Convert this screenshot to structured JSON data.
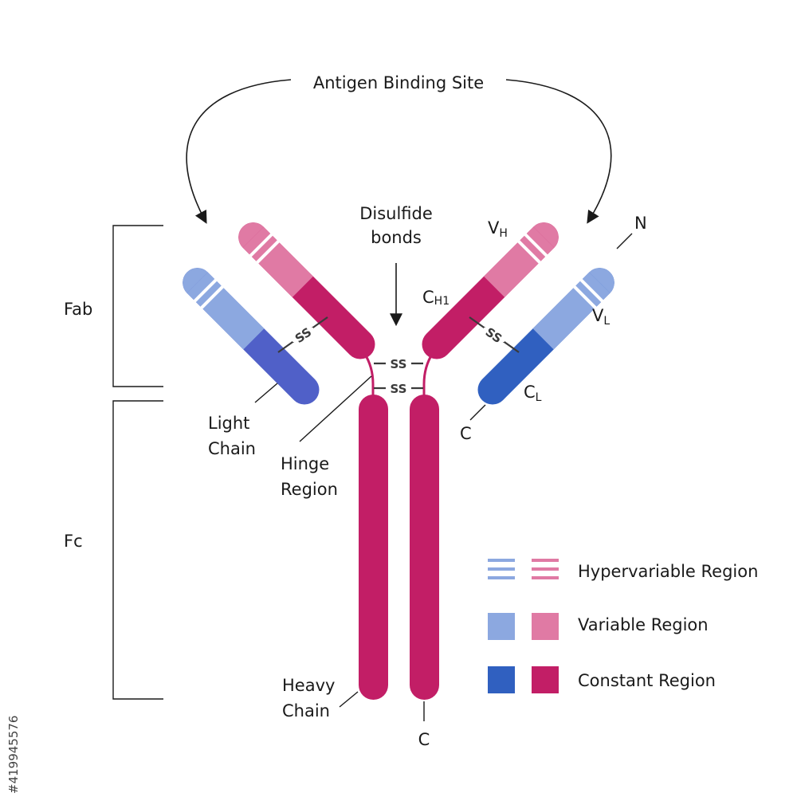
{
  "labels": {
    "antigen_binding_site": "Antigen Binding Site",
    "disulfide_line1": "Disulfide",
    "disulfide_line2": "bonds",
    "fab": "Fab",
    "fc": "Fc",
    "light_chain_line1": "Light",
    "light_chain_line2": "Chain",
    "hinge_line1": "Hinge",
    "hinge_line2": "Region",
    "heavy_chain_line1": "Heavy",
    "heavy_chain_line2": "Chain",
    "vh_main": "V",
    "vh_sub": "H",
    "ch1_main": "C",
    "ch1_sub": "H1",
    "vl_main": "V",
    "vl_sub": "L",
    "cl_main": "C",
    "cl_sub": "L",
    "n_terminus": "N",
    "c_terminus_light": "C",
    "c_terminus_heavy": "C",
    "ss": "SS"
  },
  "legend": {
    "hypervariable": "Hypervariable Region",
    "variable": "Variable Region",
    "constant": "Constant Region"
  },
  "watermark": "#419945576",
  "colors": {
    "light_variable": "#8CA8E0",
    "light_constant": "#3060C0",
    "light_constant_left": "#5060C8",
    "heavy_variable": "#E07AA4",
    "heavy_constant": "#C21E66"
  }
}
